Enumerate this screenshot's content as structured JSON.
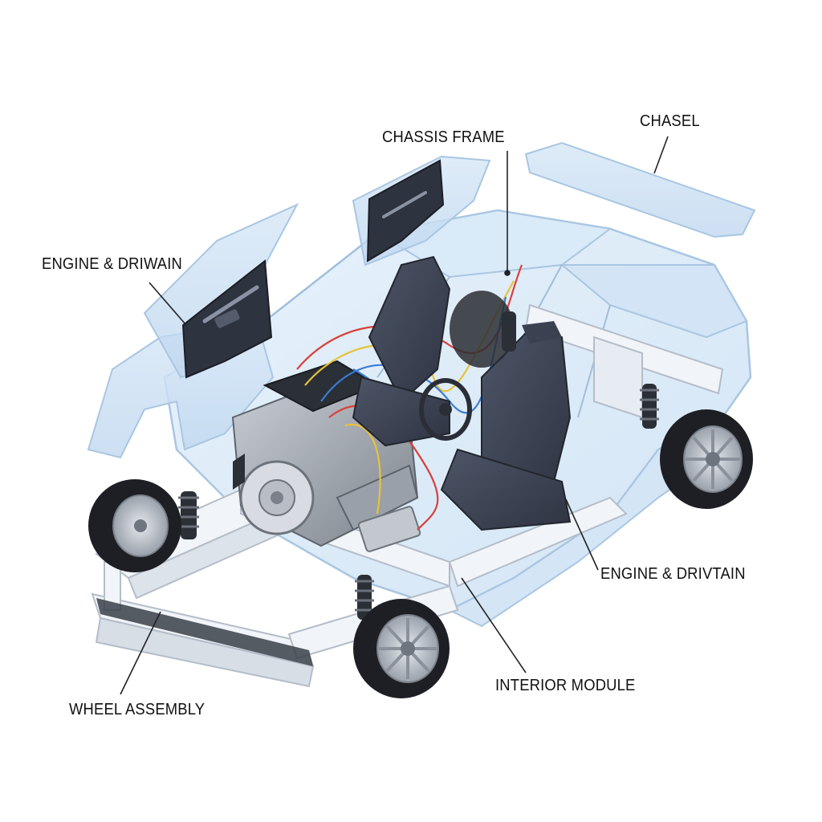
{
  "labels": {
    "chassis_frame": "CHASSIS FRAME",
    "chasel": "CHASEL",
    "engine_driwain": "ENGINE & DRIWAIN",
    "engine_drivtain": "ENGINE & DRIVTAIN",
    "interior_module": "INTERIOR MODULE",
    "wheel_assembly": "WHEEL ASSEMBLY"
  },
  "colors": {
    "glass_body": "#cfe3f5",
    "glass_edge": "#a9c6e2",
    "frame": "#eef2f7",
    "seat": "#3f4656",
    "tire": "#1d1f24",
    "rim": "#b9bec6",
    "engine": "#8f959d",
    "leader_line": "#222222",
    "wire_red": "#d9413a",
    "wire_yellow": "#e8c23a",
    "wire_blue": "#3a7bd5"
  }
}
